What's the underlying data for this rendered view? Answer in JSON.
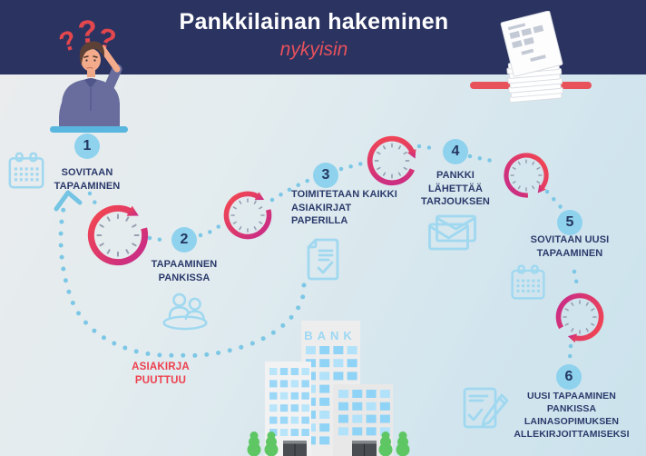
{
  "header": {
    "title": "Pankkilainan hakeminen",
    "subtitle": "nykyisin"
  },
  "question_marks": [
    "?",
    "?",
    "?"
  ],
  "steps": [
    {
      "num": "1",
      "label": "SOVITAAN\nTAPAAMINEN",
      "icon": "calendar"
    },
    {
      "num": "2",
      "label": "TAPAAMINEN\nPANKISSA",
      "icon": "people-meeting"
    },
    {
      "num": "3",
      "label": "TOIMITETAAN KAIKKI\nASIAKIRJAT\nPAPERILLA",
      "icon": "document-check"
    },
    {
      "num": "4",
      "label": "PANKKI\nLÄHETTÄÄ\nTARJOUKSEN",
      "icon": "envelopes"
    },
    {
      "num": "5",
      "label": "SOVITAAN UUSI\nTAPAAMINEN",
      "icon": "calendar"
    },
    {
      "num": "6",
      "label": "UUSI TAPAAMINEN\nPANKISSA\nLAINASOPIMUKSEN\nALLEKIRJOITTAMISEKSI",
      "icon": "document-sign"
    }
  ],
  "warning": "ASIAKIRJA\nPUUTTUU",
  "bank_sign": "BANK",
  "colors": {
    "header_bg": "#2b3361",
    "accent_red": "#e8424f",
    "step_circle": "#8ed2ee",
    "text_navy": "#2b3a6b",
    "icon_blue": "#a0d8f0",
    "dot_blue": "#7cc7e5"
  }
}
